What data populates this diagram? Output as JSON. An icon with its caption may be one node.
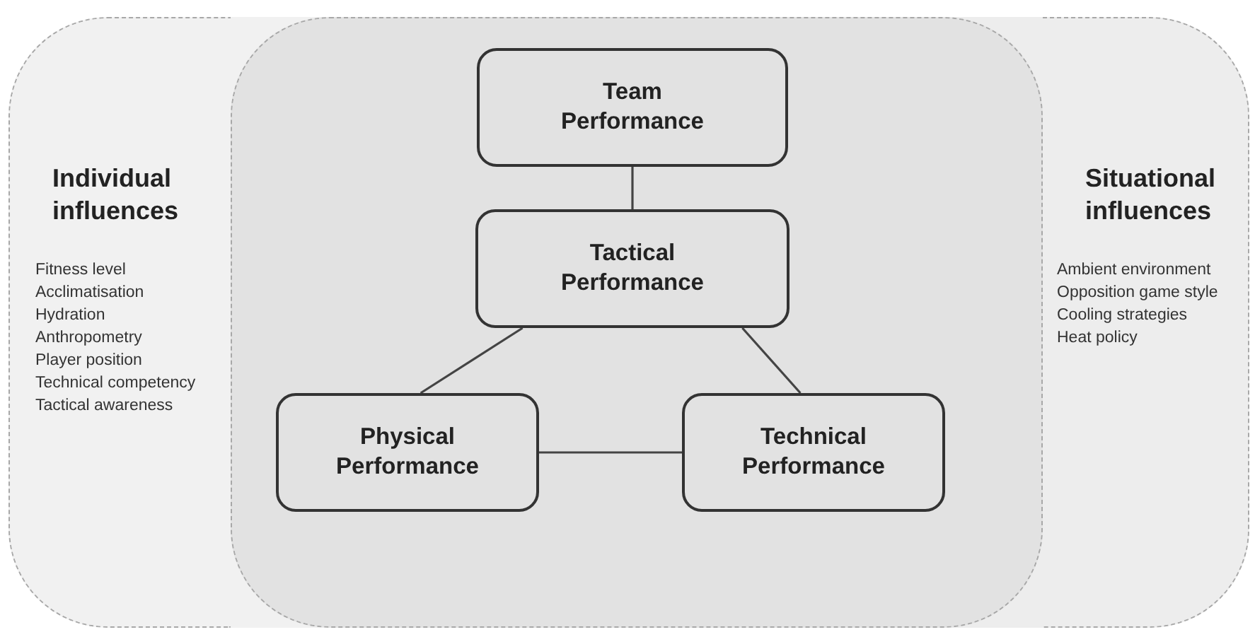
{
  "diagram": {
    "nodes": [
      {
        "text": [
          "Individual influences",
          "Fitness level",
          "Acclimatisation",
          "Hydration",
          "Anthropometry",
          "Player position",
          "Technical competency",
          "Tactical awareness"
        ]
      },
      {
        "text": [
          "Situational influences",
          "Ambient environment",
          "Opposition game style",
          "Cooling strategies",
          "Heat policy"
        ]
      },
      {
        "text": [],
        "shape": "box"
      },
      {
        "text": [
          "Team Performance"
        ],
        "in": 2
      },
      {
        "text": [
          "Tactical Performance"
        ],
        "in": 2
      },
      {
        "text": [
          "Physical Performance"
        ],
        "in": 2
      },
      {
        "text": [
          "Technical Performance"
        ],
        "in": 2
      }
    ],
    "edges": [
      {
        "from": 3,
        "to": 4,
        "arrow": "none"
      },
      {
        "from": 4,
        "to": 5,
        "arrow": "none"
      },
      {
        "from": 4,
        "to": 6,
        "arrow": "none"
      },
      {
        "from": 5,
        "to": 6,
        "arrow": "none"
      }
    ]
  }
}
